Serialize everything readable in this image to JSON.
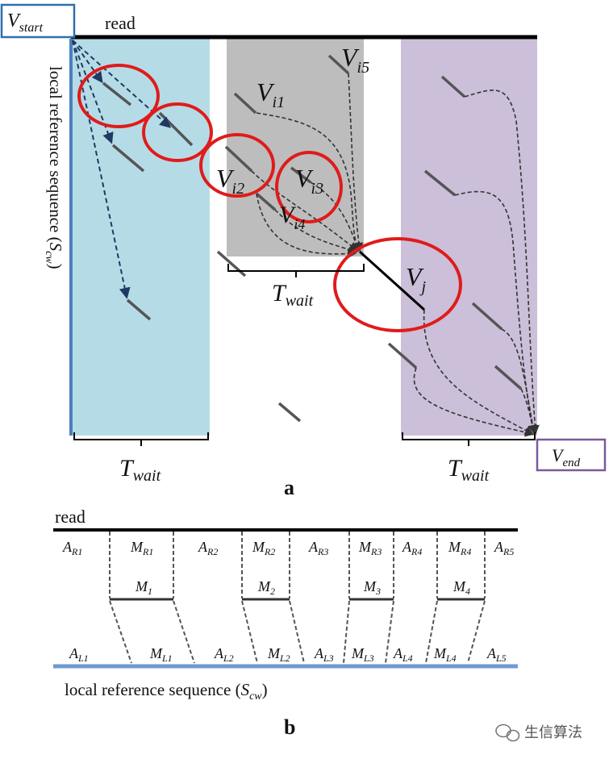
{
  "panel_a": {
    "label": "a",
    "read_label": "read",
    "axis_label": "local reference sequence (",
    "axis_var": "S",
    "axis_sub": "cw",
    "axis_close": ")",
    "v_start": {
      "main": "V",
      "sub": "start"
    },
    "v_end": {
      "main": "V",
      "sub": "end"
    },
    "v_j": {
      "main": "V",
      "sub": "j"
    },
    "v_i1": {
      "main": "V",
      "sub": "i1"
    },
    "v_i2": {
      "main": "V",
      "sub": "i2"
    },
    "v_i3": {
      "main": "V",
      "sub": "i3"
    },
    "v_i4": {
      "main": "V",
      "sub": "i4"
    },
    "v_i5": {
      "main": "V",
      "sub": "i5"
    },
    "t_wait": {
      "main": "T",
      "sub": "wait"
    },
    "colors": {
      "blue_band": "#b5dce6",
      "gray_band": "#bdbdbd",
      "purple_band": "#cbbfd9",
      "circle": "#e01b1b",
      "start_box": "#2e6fad",
      "end_box": "#7a5a9a",
      "arrow_blue": "#1f3a63"
    }
  },
  "panel_b": {
    "label": "b",
    "read_label": "read",
    "axis_label": "local reference sequence (",
    "axis_var": "S",
    "axis_sub": "cw",
    "axis_close": ")",
    "top_labels": [
      {
        "main": "A",
        "sub": "R1"
      },
      {
        "main": "M",
        "sub": "R1"
      },
      {
        "main": "A",
        "sub": "R2"
      },
      {
        "main": "M",
        "sub": "R2"
      },
      {
        "main": "A",
        "sub": "R3"
      },
      {
        "main": "M",
        "sub": "R3"
      },
      {
        "main": "A",
        "sub": "R4"
      },
      {
        "main": "M",
        "sub": "R4"
      },
      {
        "main": "A",
        "sub": "R5"
      }
    ],
    "mid_labels": [
      {
        "main": "M",
        "sub": "1"
      },
      {
        "main": "M",
        "sub": "2"
      },
      {
        "main": "M",
        "sub": "3"
      },
      {
        "main": "M",
        "sub": "4"
      }
    ],
    "bottom_labels": [
      {
        "main": "A",
        "sub": "L1"
      },
      {
        "main": "M",
        "sub": "L1"
      },
      {
        "main": "A",
        "sub": "L2"
      },
      {
        "main": "M",
        "sub": "L2"
      },
      {
        "main": "A",
        "sub": "L3"
      },
      {
        "main": "M",
        "sub": "L3"
      },
      {
        "main": "A",
        "sub": "L4"
      },
      {
        "main": "M",
        "sub": "L4"
      },
      {
        "main": "A",
        "sub": "L5"
      }
    ]
  },
  "watermark": {
    "text": "生信算法"
  }
}
